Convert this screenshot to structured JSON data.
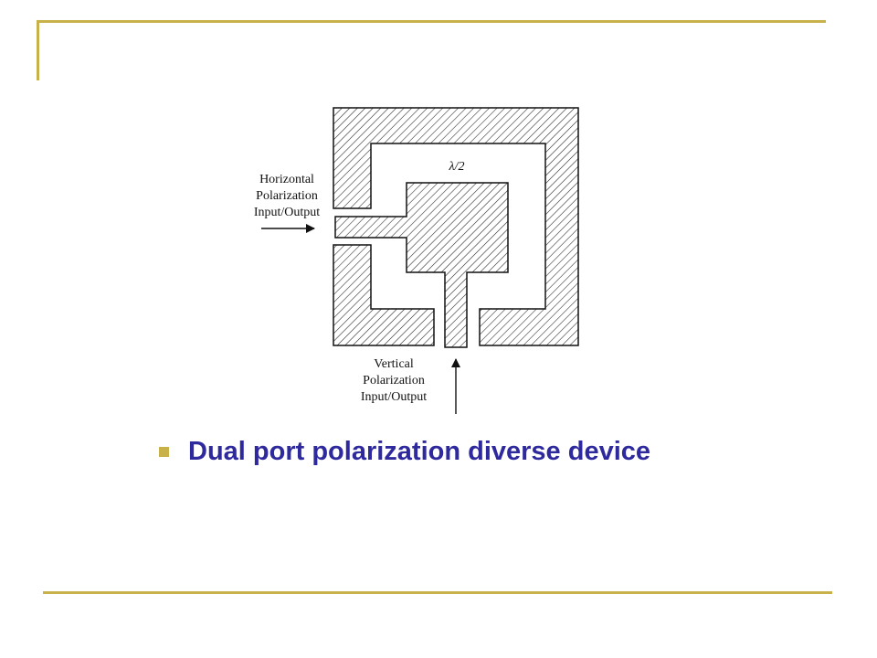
{
  "diagram": {
    "half_wave_label": "λ/2",
    "horizontal_port": [
      "Horizontal",
      "Polarization",
      "Input/Output"
    ],
    "vertical_port": [
      "Vertical",
      "Polarization",
      "Input/Output"
    ]
  },
  "bullet": {
    "text": "Dual port polarization diverse device"
  },
  "colors": {
    "accent": "#c9b14a",
    "bullet_text": "#2e2a9e",
    "hatch": "#222222"
  }
}
